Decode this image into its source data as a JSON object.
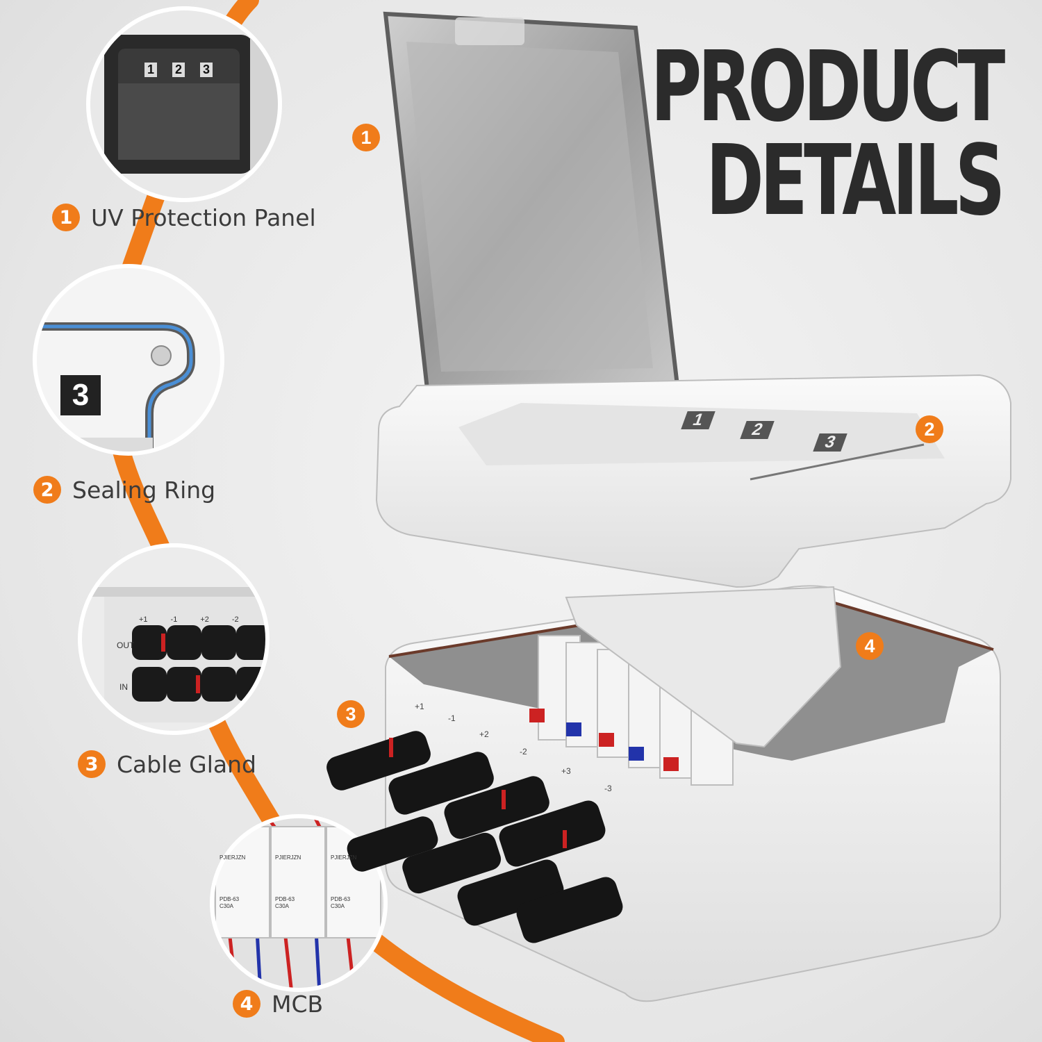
{
  "title": {
    "line1": "PRODUCT",
    "line2": "DETAILS"
  },
  "features": [
    {
      "number": "1",
      "label": "UV Protection Panel"
    },
    {
      "number": "2",
      "label": "Sealing Ring"
    },
    {
      "number": "3",
      "label": "Cable Gland"
    },
    {
      "number": "4",
      "label": "MCB"
    }
  ],
  "detail_panel": {
    "slots": [
      "1",
      "2",
      "3"
    ]
  },
  "sealing_detail": {
    "slot_number": "3"
  },
  "gland_detail": {
    "row_out": "OUT",
    "row_in": "IN",
    "polarity": [
      "+1",
      "-1",
      "+2",
      "-2"
    ]
  },
  "mcb_detail": {
    "brand": "PJIERJZN",
    "model": "PDB-63",
    "rating": "C30A"
  },
  "box": {
    "lid_slots": [
      "1",
      "2",
      "3"
    ],
    "gland_labels": [
      "+1",
      "-1",
      "+2",
      "-2",
      "+3",
      "-3"
    ]
  },
  "colors": {
    "accent": "#f07c1a",
    "title": "#2b2b2b",
    "enclosure": "#f1f1f1",
    "connector": "#151515",
    "seal": "#4a8fd6",
    "wire_red": "#cc2222",
    "wire_blue": "#2233aa"
  }
}
